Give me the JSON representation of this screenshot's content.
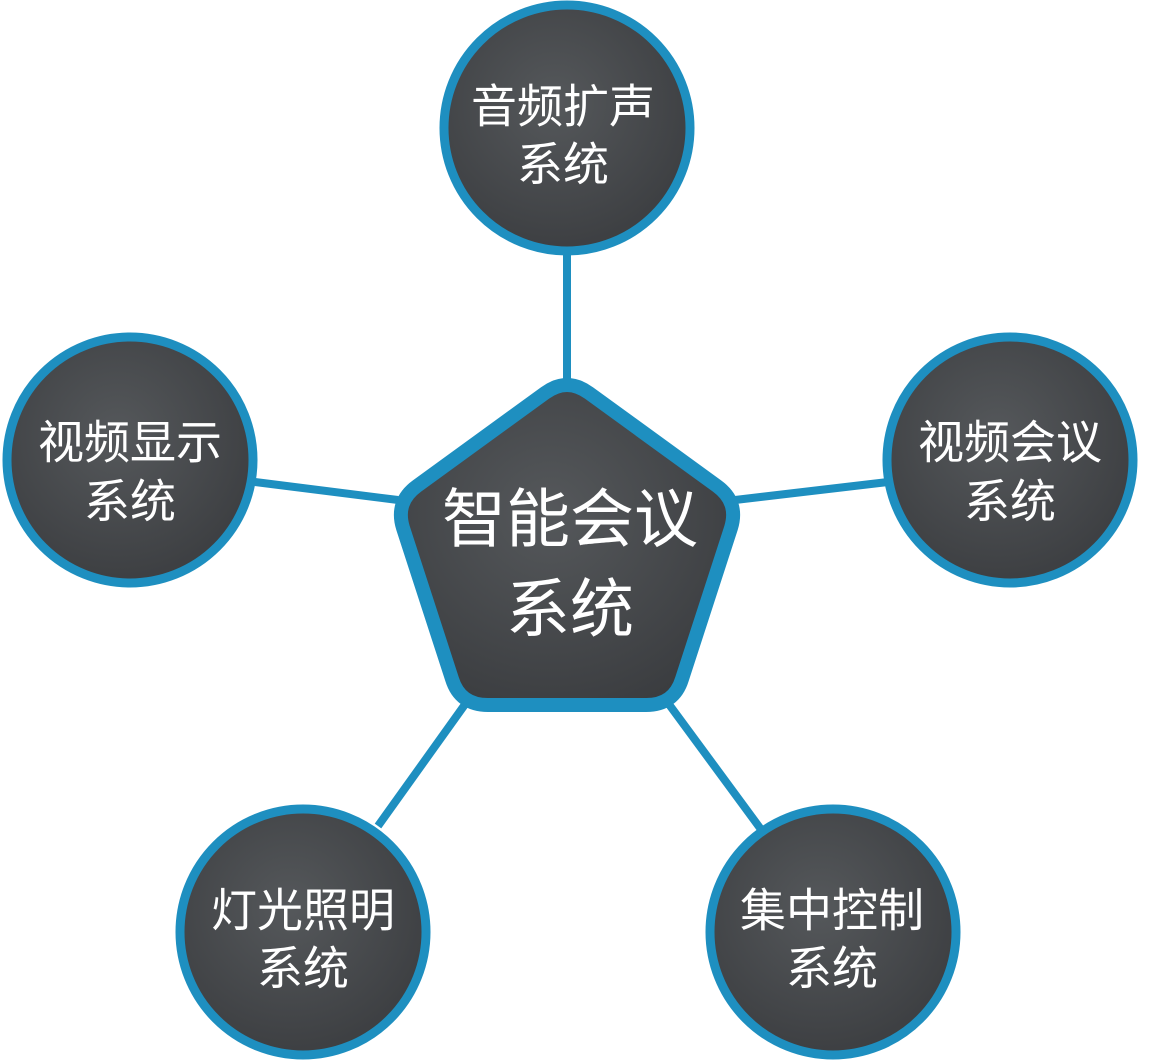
{
  "colors": {
    "accent": "#1e8fc0",
    "node_fill": "#4a4c4f",
    "text": "#ffffff",
    "background": "#ffffff"
  },
  "center": {
    "line1": "智能会议",
    "line2": "系统"
  },
  "nodes": [
    {
      "line1": "音频扩声",
      "line2": "系统"
    },
    {
      "line1": "视频会议",
      "line2": "系统"
    },
    {
      "line1": "集中控制",
      "line2": "系统"
    },
    {
      "line1": "灯光照明",
      "line2": "系统"
    },
    {
      "line1": "视频显示",
      "line2": "系统"
    }
  ]
}
